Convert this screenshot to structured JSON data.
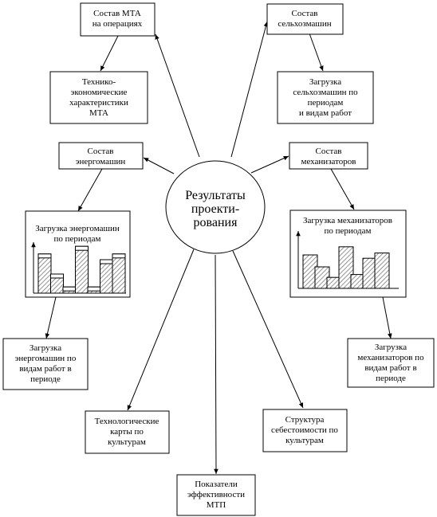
{
  "center": {
    "lines": [
      "Результаты",
      "проекти-",
      "рования"
    ]
  },
  "boxes": {
    "sostav_mta": {
      "lines": [
        "Состав МТА",
        "на операциях"
      ]
    },
    "tekhniko": {
      "lines": [
        "Технико-",
        "экономические",
        "характеристики",
        "МТА"
      ]
    },
    "sostav_selkhoz": {
      "lines": [
        "Состав",
        "сельхозмашин"
      ]
    },
    "zagruzka_selkhoz": {
      "lines": [
        "Загрузка",
        "сельхозмашин по",
        "периодам",
        "и видам работ"
      ]
    },
    "sostav_energo": {
      "lines": [
        "Состав",
        "энергомашин"
      ]
    },
    "sostav_mekh": {
      "lines": [
        "Состав",
        "механизаторов"
      ]
    },
    "zagruzka_energo_period": {
      "lines": [
        "Загрузка энергомашин",
        "по периодам"
      ]
    },
    "zagruzka_mekh_period": {
      "lines": [
        "Загрузка механизаторов",
        "по периодам"
      ]
    },
    "zagruzka_energo_vid": {
      "lines": [
        "Загрузка",
        "энергомашин по",
        "видам работ в",
        "периоде"
      ]
    },
    "zagruzka_mekh_vid": {
      "lines": [
        "Загрузка",
        "механизаторов по",
        "видам работ в",
        "периоде"
      ]
    },
    "tekh_karty": {
      "lines": [
        "Технологические",
        "карты по",
        "культурам"
      ]
    },
    "struktura": {
      "lines": [
        "Структура",
        "себестоимости по",
        "культурам"
      ]
    },
    "pokazateli": {
      "lines": [
        "Показатели",
        "эффективности",
        "МТП"
      ]
    }
  },
  "mini_charts": {
    "energo": {
      "type": "bar",
      "values": [
        0.82,
        0.4,
        0.13,
        0.98,
        0.13,
        0.7,
        0.82
      ],
      "outlined_steps": true
    },
    "mekh": {
      "type": "bar",
      "values": [
        0.7,
        0.45,
        0.23,
        0.87,
        0.29,
        0.63,
        0.74
      ],
      "outlined_steps": false
    }
  }
}
